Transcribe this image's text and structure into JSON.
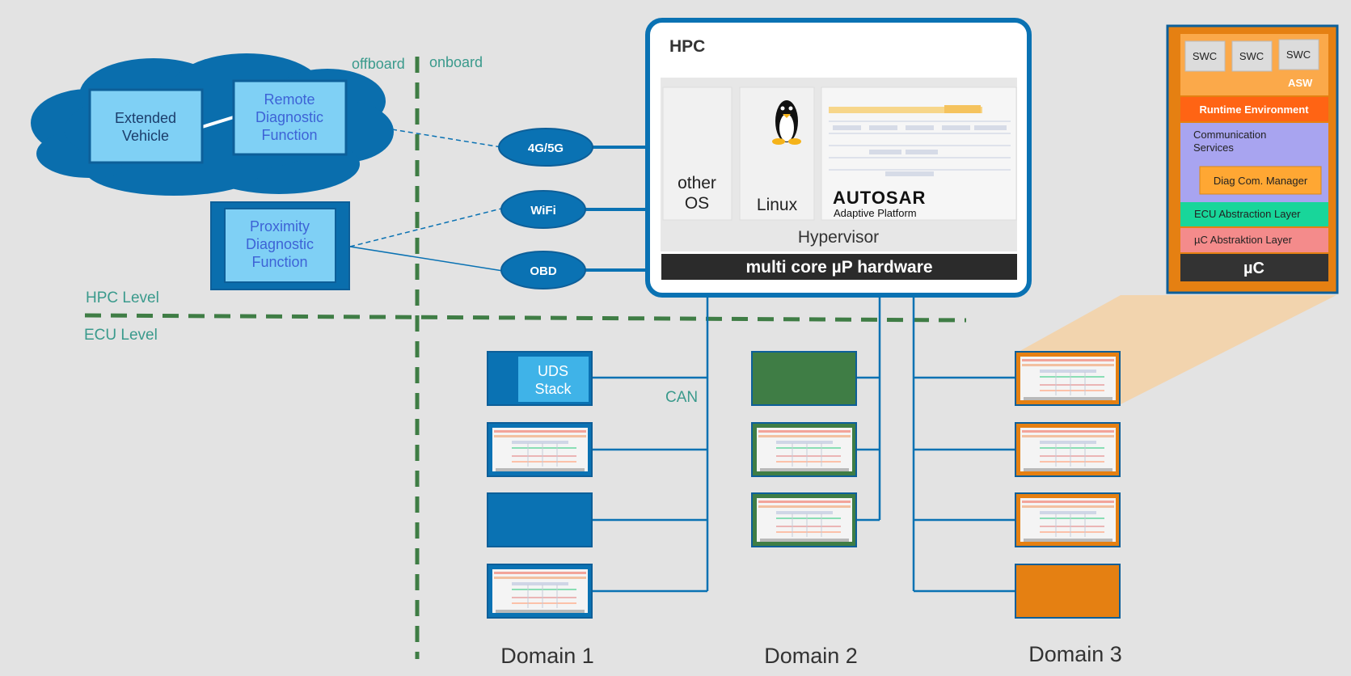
{
  "labels": {
    "offboard": "offboard",
    "onboard": "onboard",
    "hpc_level": "HPC Level",
    "ecu_level": "ECU Level",
    "can": "CAN"
  },
  "cloud": {
    "extended_vehicle": [
      "Extended",
      "Vehicle"
    ],
    "remote_diag": [
      "Remote",
      "Diagnostic",
      "Function"
    ]
  },
  "proximity": [
    "Proximity",
    "Diagnostic",
    "Function"
  ],
  "connections": {
    "cellular": "4G/5G",
    "wifi": "WiFi",
    "obd": "OBD"
  },
  "hpc": {
    "title": "HPC",
    "other_os": [
      "other",
      "OS"
    ],
    "linux": "Linux",
    "autosar_logo": "AUTOSAR",
    "autosar_sub": "Adaptive Platform",
    "hypervisor": "Hypervisor",
    "hardware": "multi core µP hardware"
  },
  "ecu_stack": {
    "swc": [
      "SWC",
      "SWC",
      "SWC"
    ],
    "asw": "ASW",
    "rte": "Runtime Environment",
    "comm": [
      "Communication",
      "Services"
    ],
    "diag_manager": "Diag Com. Manager",
    "ecu_abstraction": "ECU Abstraction Layer",
    "uc_abstraction": "µC Abstraktion Layer",
    "uc": "µC"
  },
  "uds_stack": [
    "UDS",
    "Stack"
  ],
  "domains": [
    "Domain 1",
    "Domain 2",
    "Domain 3"
  ],
  "colors": {
    "blue": "#0a72b3",
    "dark_blue": "#0d5f99",
    "light_blue": "#7fd0f5",
    "green": "#3f7d45",
    "orange": "#e58012",
    "teal_text": "#3a9a8c",
    "dashed_green": "#3f7d45"
  }
}
